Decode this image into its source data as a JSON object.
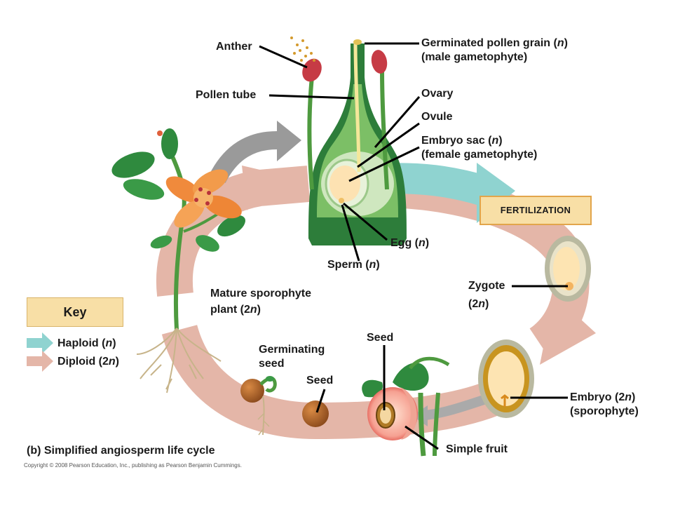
{
  "labels": {
    "anther": "Anther",
    "pollen_tube": "Pollen tube",
    "germinated_pollen_line1": "Germinated pollen grain (",
    "germinated_pollen_n": "n",
    "germinated_pollen_close": ")",
    "germinated_pollen_line2": "(male gametophyte)",
    "ovary": "Ovary",
    "ovule": "Ovule",
    "embryo_sac_line1": "Embryo sac (",
    "embryo_sac_n": "n",
    "embryo_sac_close": ")",
    "embryo_sac_line2": "(female gametophyte)",
    "fertilization": "FERTILIZATION",
    "egg": "Egg (",
    "egg_n": "n",
    "egg_close": ")",
    "sperm": "Sperm (",
    "sperm_n": "n",
    "sperm_close": ")",
    "mature_line1": "Mature sporophyte",
    "mature_line2": "plant (2",
    "mature_n": "n",
    "mature_close": ")",
    "zygote_line1": "Zygote",
    "zygote_line2": "(2",
    "zygote_n": "n",
    "zygote_close": ")",
    "seed_top": "Seed",
    "germinating_line1": "Germinating",
    "germinating_line2": "seed",
    "seed_bottom": "Seed",
    "embryo_line1": "Embryo (2",
    "embryo_n": "n",
    "embryo_close": ")",
    "embryo_line2": "(sporophyte)",
    "simple_fruit": "Simple fruit"
  },
  "key": {
    "title": "Key",
    "haploid": "Haploid (",
    "haploid_n": "n",
    "haploid_close": ")",
    "diploid": "Diploid (2",
    "diploid_n": "n",
    "diploid_close": ")"
  },
  "caption": "(b) Simplified angiosperm life cycle",
  "copyright": "Copyright © 2008 Pearson Education, Inc., publishing as Pearson Benjamin Cummings.",
  "colors": {
    "diploid_arrow": "#e4b6a8",
    "haploid_arrow": "#8fd3d0",
    "key_box": "#f8dfa6",
    "stem_green": "#4e9a3f",
    "dark_green": "#1f6b2f",
    "gray_arrow": "#9a9a9a"
  }
}
